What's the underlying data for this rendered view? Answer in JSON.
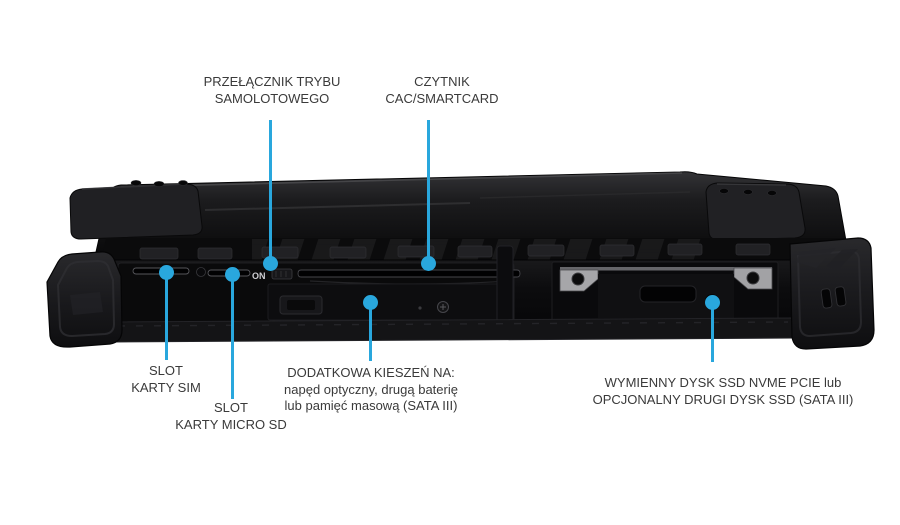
{
  "background": "#ffffff",
  "accent_color": "#29a7dd",
  "text_color": "#3a3a3a",
  "device": {
    "description": "rugged laptop viewed from front edge",
    "switch_label": "ON"
  },
  "callouts": {
    "airplane_switch": {
      "lines": [
        "PRZEŁĄCZNIK TRYBU",
        "SAMOLOTOWEGO"
      ]
    },
    "smartcard_reader": {
      "lines": [
        "CZYTNIK",
        "CAC/SMARTCARD"
      ]
    },
    "sim_slot": {
      "lines": [
        "SLOT",
        "KARTY SIM"
      ]
    },
    "microsd_slot": {
      "lines": [
        "SLOT",
        "KARTY MICRO SD"
      ]
    },
    "media_bay": {
      "lines": [
        "DODATKOWA KIESZEŃ NA:",
        "napęd optyczny, drugą baterię",
        "lub pamięć masową (SATA III)"
      ]
    },
    "ssd_bay": {
      "lines": [
        "WYMIENNY DYSK SSD NVME PCIE lub",
        "OPCJONALNY DRUGI DYSK SSD (SATA III)"
      ]
    }
  }
}
